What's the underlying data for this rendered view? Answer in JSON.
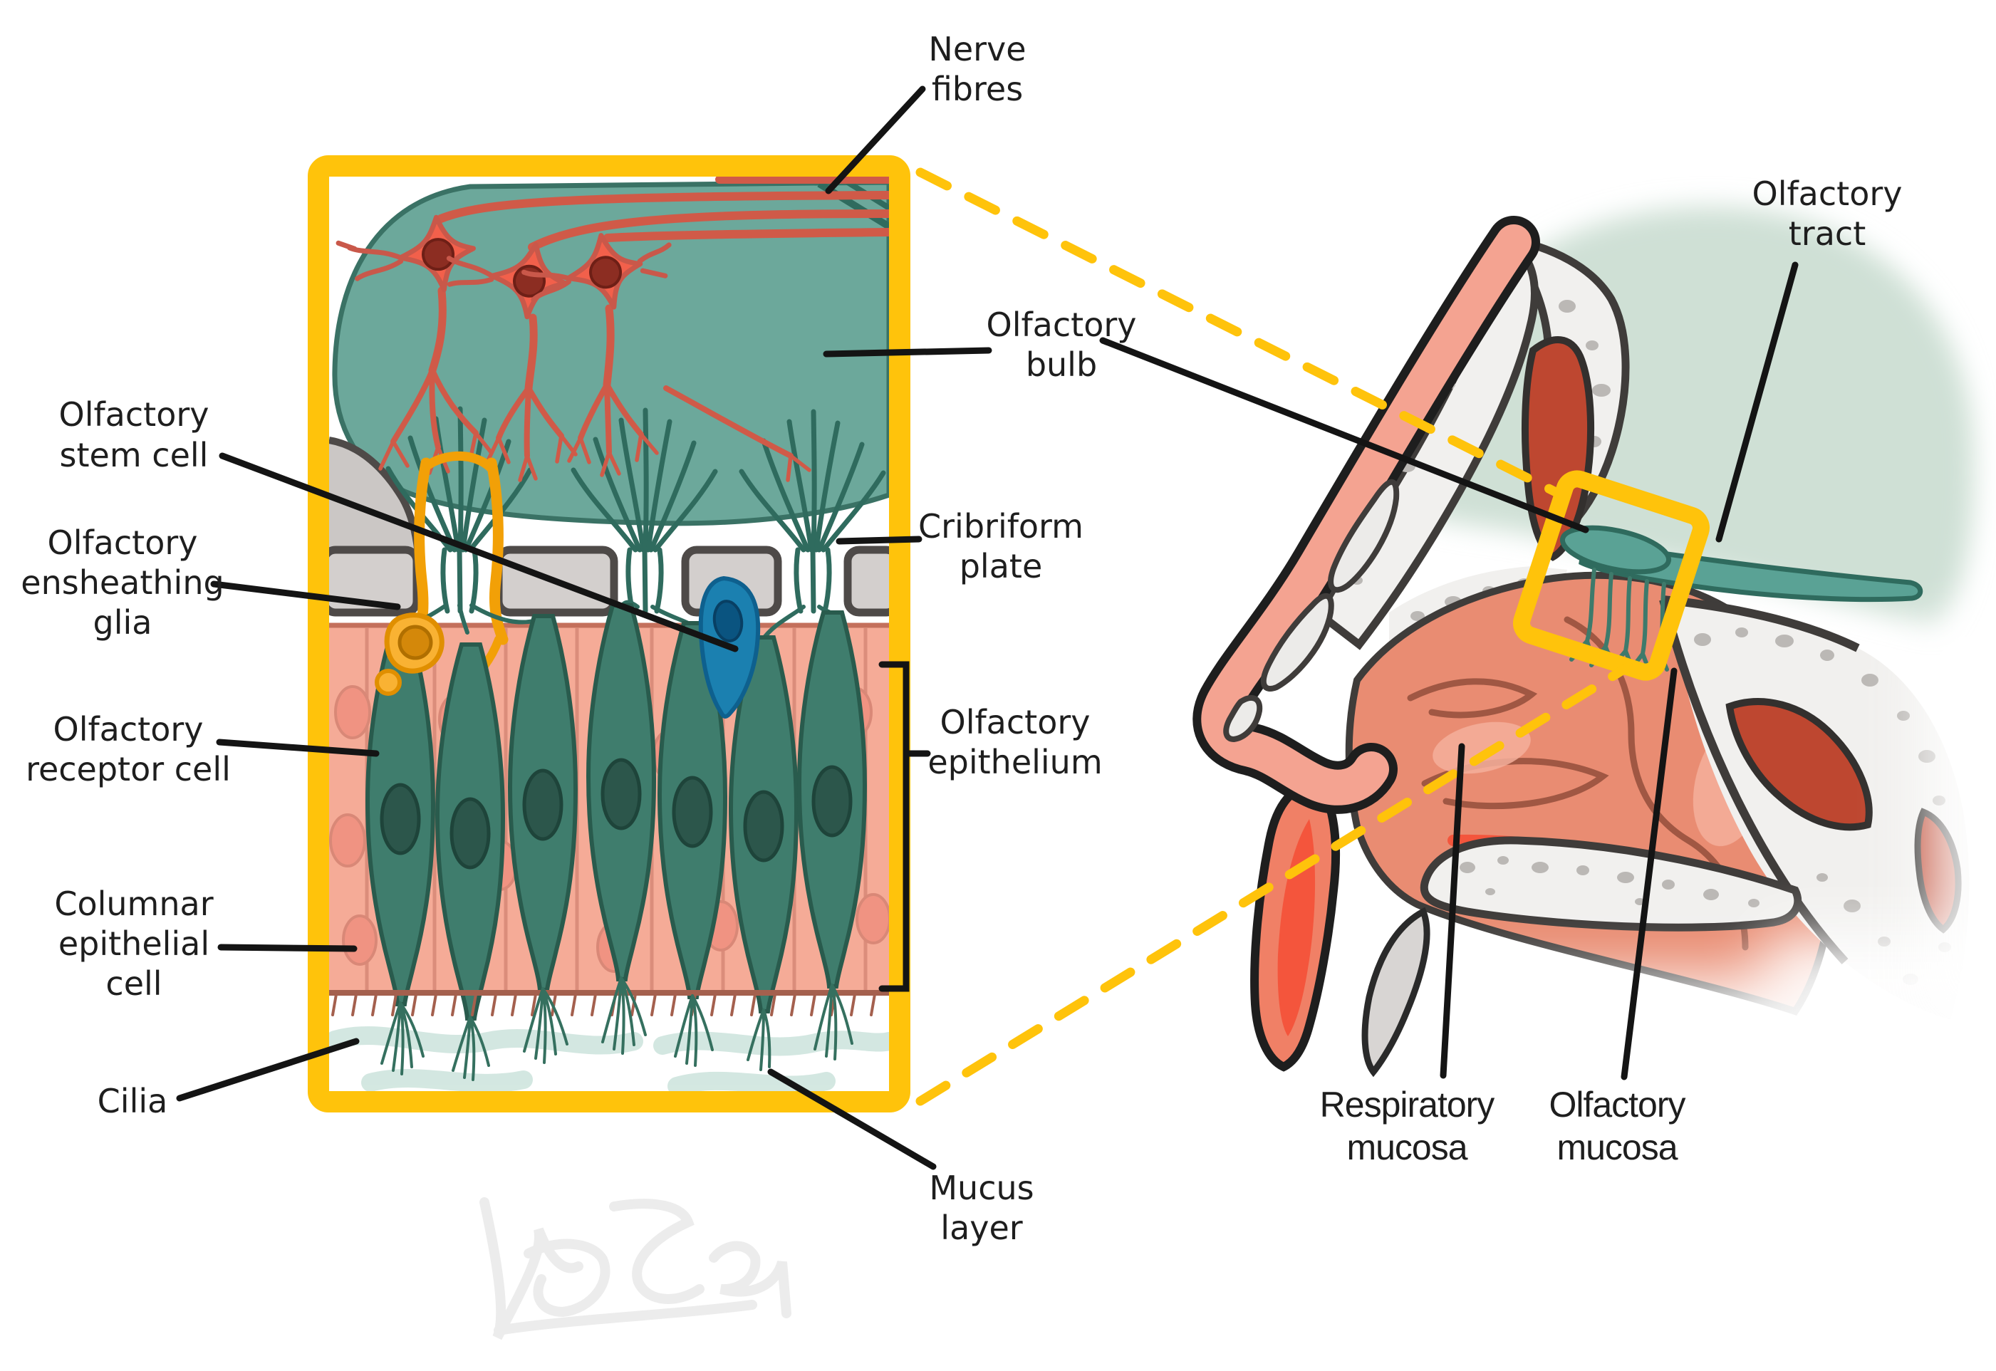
{
  "figure": {
    "description": "Anatomical diagram of the human olfactory system: magnified inset of the olfactory epithelium (left, framed in yellow) linked by dashed lines to a sagittal section of the nasal cavity and brain (right)",
    "signature_watermark": "illegible artist signature scribble (faint, bottom left)"
  },
  "labels": {
    "nerve_fibres": {
      "text": "Nerve fibres",
      "lines": [
        "Nerve",
        "fibres"
      ]
    },
    "olfactory_bulb": {
      "text": "Olfactory bulb",
      "lines": [
        "Olfactory",
        "bulb"
      ]
    },
    "cribriform_plate": {
      "text": "Cribriform plate",
      "lines": [
        "Cribriform",
        "plate"
      ]
    },
    "olfactory_epithelium": {
      "text": "Olfactory epithelium",
      "lines": [
        "Olfactory",
        "epithelium"
      ]
    },
    "olfactory_stem_cell": {
      "text": "Olfactory stem cell",
      "lines": [
        "Olfactory",
        "stem cell"
      ]
    },
    "olfactory_ensheathing_glia": {
      "text": "Olfactory ensheathing glia",
      "lines": [
        "Olfactory",
        "ensheathing",
        "glia"
      ]
    },
    "olfactory_receptor_cell": {
      "text": "Olfactory receptor cell",
      "lines": [
        "Olfactory",
        "receptor cell"
      ]
    },
    "columnar_epithelial_cell": {
      "text": "Columnar epithelial cell",
      "lines": [
        "Columnar",
        "epithelial",
        "cell"
      ]
    },
    "cilia": {
      "text": "Cilia",
      "lines": [
        "Cilia"
      ]
    },
    "mucus_layer": {
      "text": "Mucus layer",
      "lines": [
        "Mucus",
        "layer"
      ]
    },
    "olfactory_tract": {
      "text": "Olfactory tract",
      "lines": [
        "Olfactory",
        "tract"
      ]
    },
    "respiratory_mucosa": {
      "text": "Respiratory mucosa",
      "lines": [
        "Respiratory",
        "mucosa"
      ]
    },
    "olfactory_mucosa": {
      "text": "Olfactory mucosa",
      "lines": [
        "Olfactory",
        "mucosa"
      ]
    }
  },
  "palette": {
    "frame_yellow": "#FFC30B",
    "bulb_teal": "#6CA89B",
    "fiber_teal_dark": "#2F6B5E",
    "neuron_red": "#F2604B",
    "nerve_red": "#D05A48",
    "epithelium_pink": "#F5AB97",
    "glia_orange": "#F9B233",
    "stem_cell_blue": "#1B80B0",
    "bone_gray": "#D3CFCD",
    "brain_green": "#CFE0D5",
    "tissue_coral": "#E98C72",
    "deep_red": "#BE4730",
    "pointer_black": "#141414"
  }
}
